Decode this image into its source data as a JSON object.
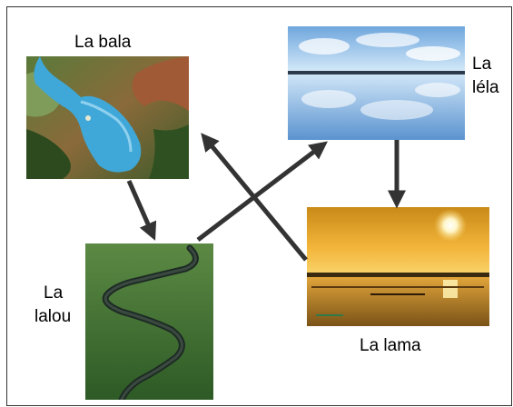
{
  "labels": {
    "bala": "La bala",
    "lela_line1": "La",
    "lela_line2": "léla",
    "lalou_line1": "La",
    "lalou_line2": "lalou",
    "lama": "La lama"
  }
}
